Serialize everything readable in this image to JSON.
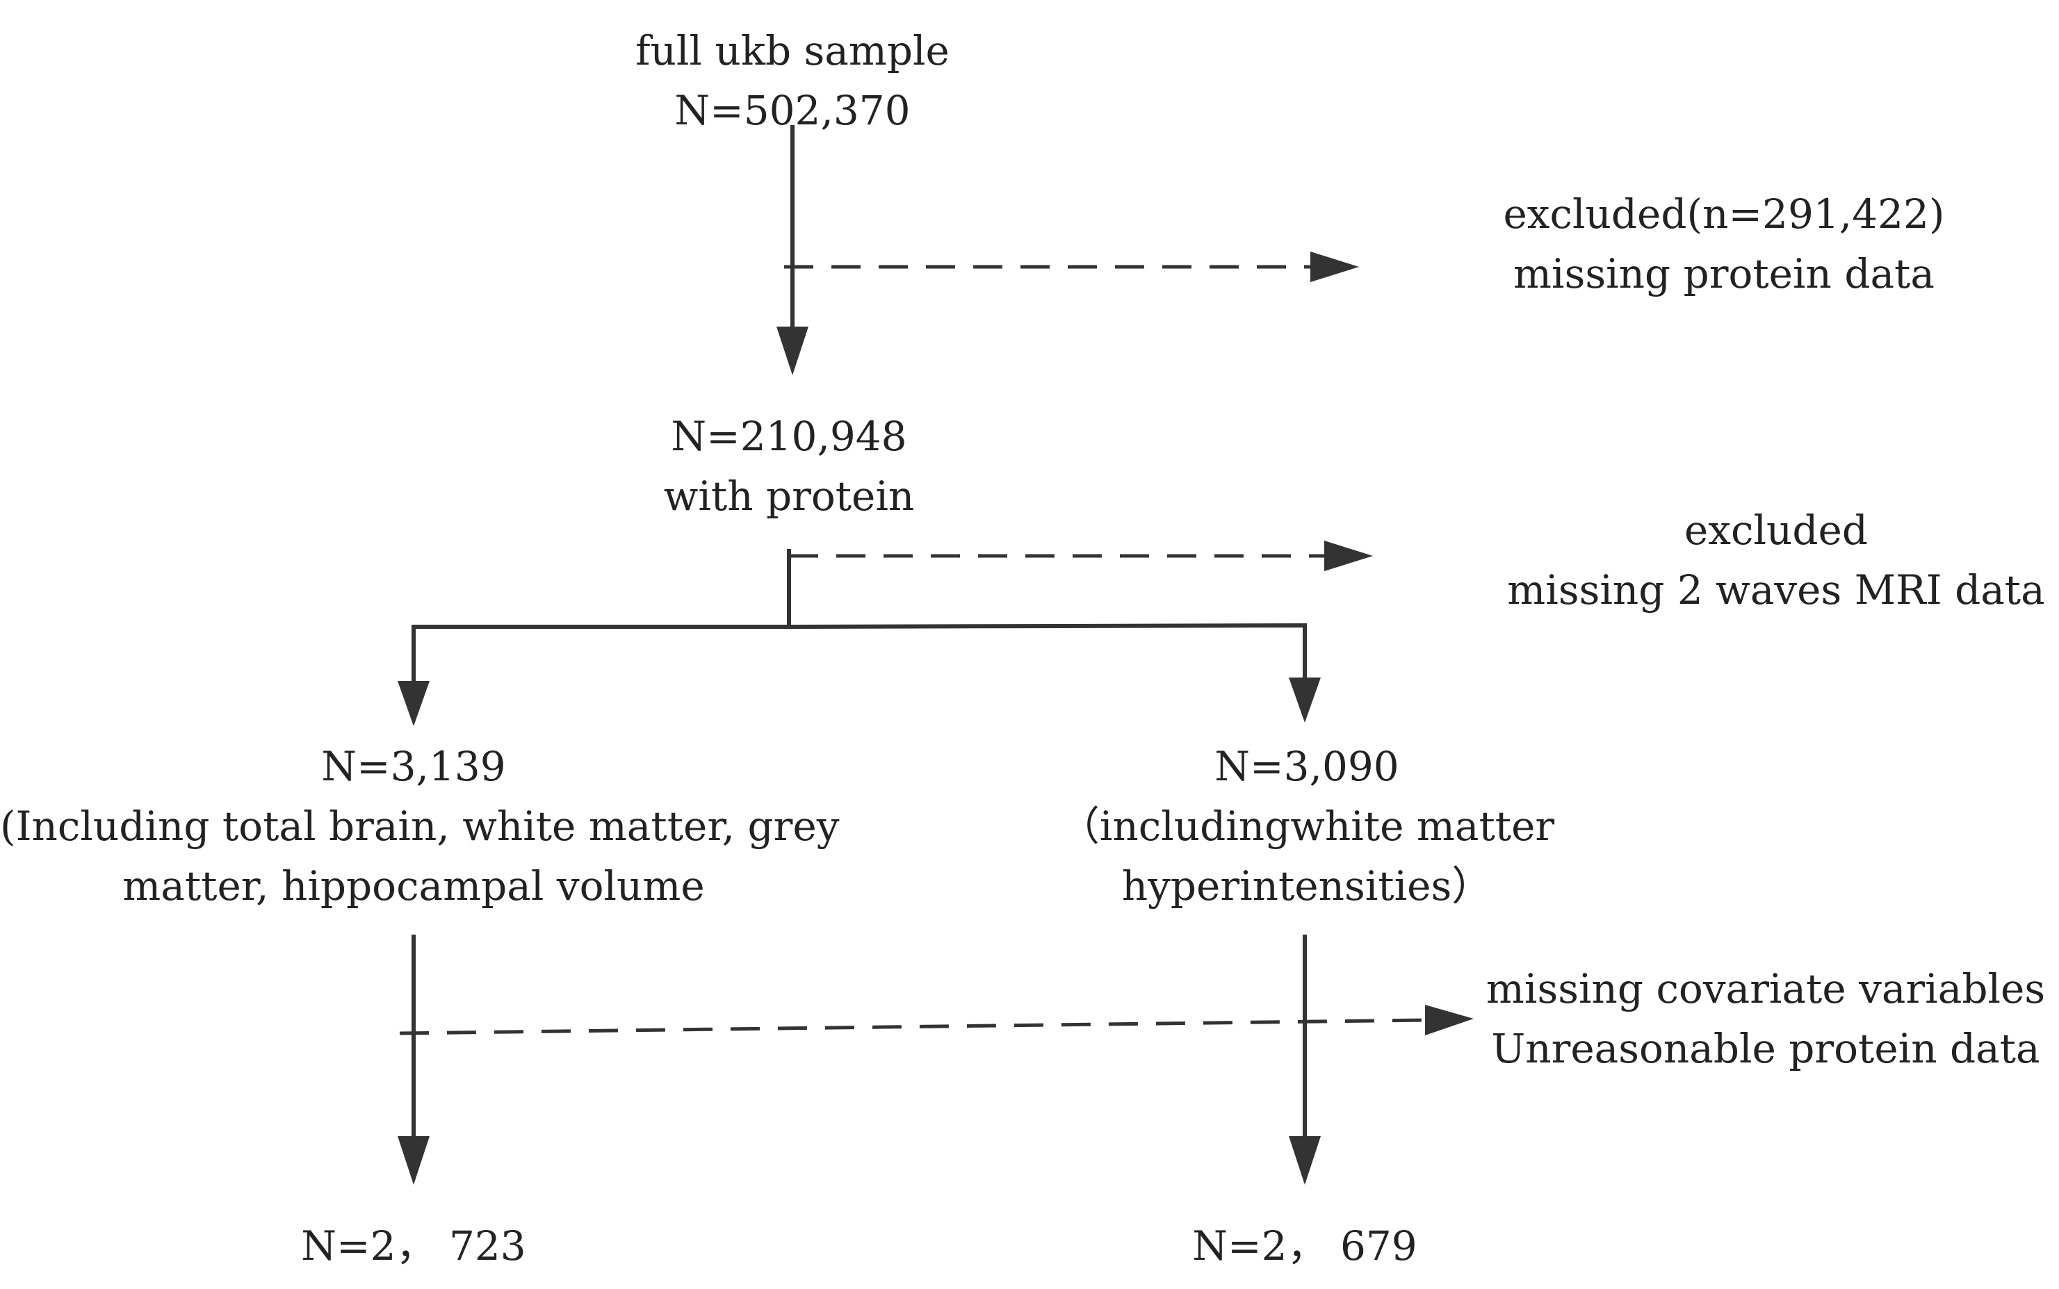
{
  "nodes": {
    "full_sample": {
      "lines": [
        "full ukb sample",
        "N=502,370"
      ]
    },
    "excluded_protein": {
      "lines": [
        "excluded(n=291,422)",
        "missing protein data"
      ]
    },
    "with_protein": {
      "lines": [
        "N=210,948",
        "with protein"
      ]
    },
    "excluded_mri": {
      "lines": [
        "excluded",
        "missing 2 waves MRI data"
      ]
    },
    "left_branch": {
      "lines": [
        "N=3,139",
        "(Including total brain, white matter, grey",
        "matter, hippocampal volume"
      ]
    },
    "right_branch": {
      "lines": [
        "N=3,090",
        "（includingwhite matter",
        "hyperintensities）"
      ]
    },
    "excluded_covariate": {
      "lines": [
        "missing covariate variables",
        "Unreasonable protein data"
      ]
    },
    "left_final": {
      "lines": [
        "N=2， 723"
      ]
    },
    "right_final": {
      "lines": [
        "N=2， 679"
      ]
    }
  },
  "colors": {
    "line": "#333333",
    "text": "#222222",
    "background": "#ffffff"
  }
}
